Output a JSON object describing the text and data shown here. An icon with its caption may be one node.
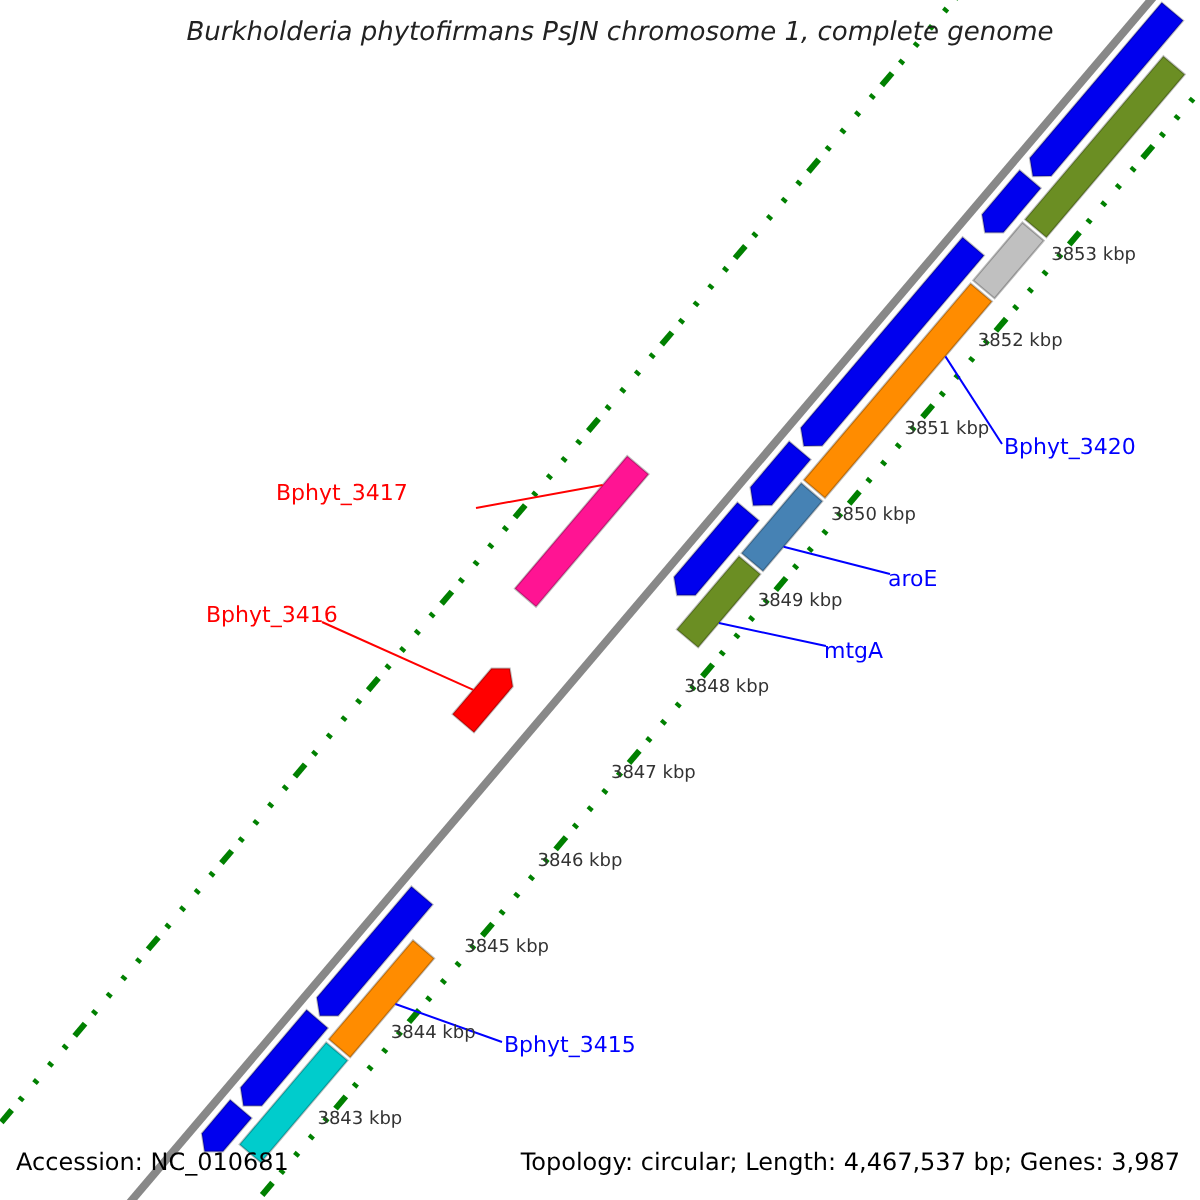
{
  "diagram": {
    "title": "Burkholderia phytofirmans PsJN chromosome 1, complete genome",
    "nodes": [
      {
        "text": [
          "Bphyt_3420"
        ]
      },
      {
        "text": [],
        "shape": "bar"
      },
      {
        "text": [
          "aroE"
        ]
      },
      {
        "text": [],
        "shape": "bar"
      },
      {
        "text": [
          "mtgA"
        ]
      },
      {
        "text": [],
        "shape": "bar"
      },
      {
        "text": [
          "Bphyt_3417"
        ]
      },
      {
        "text": [],
        "shape": "bar"
      },
      {
        "text": [
          "Bphyt_3416"
        ]
      },
      {
        "text": [],
        "shape": "bar"
      },
      {
        "text": [
          "Bphyt_3415"
        ]
      },
      {
        "text": [],
        "shape": "bar"
      },
      {
        "text": [],
        "shape": "bar"
      },
      {
        "text": [],
        "shape": "bar"
      },
      {
        "text": [],
        "shape": "bar"
      },
      {
        "text": [],
        "shape": "bar"
      },
      {
        "text": [],
        "shape": "bar"
      },
      {
        "text": [],
        "shape": "bar"
      },
      {
        "text": [],
        "shape": "bar"
      },
      {
        "text": [],
        "shape": "bar"
      },
      {
        "text": [],
        "shape": "bar"
      },
      {
        "text": [],
        "shape": "bar"
      },
      {
        "text": [],
        "shape": "bar"
      }
    ],
    "edges": [
      {
        "from": 0,
        "to": 1,
        "arrow": "none"
      },
      {
        "from": 2,
        "to": 3,
        "arrow": "none"
      },
      {
        "from": 4,
        "to": 5,
        "arrow": "none"
      },
      {
        "from": 6,
        "to": 7,
        "arrow": "none",
        "color": "#ff0000"
      },
      {
        "from": 8,
        "to": 9,
        "arrow": "none",
        "color": "#ff0000"
      },
      {
        "from": 10,
        "to": 11,
        "arrow": "none"
      }
    ],
    "labels": [
      "3853 kbp",
      "3852 kbp",
      "3851 kbp",
      "3850 kbp",
      "3849 kbp",
      "3848 kbp",
      "3847 kbp",
      "3846 kbp",
      "3845 kbp",
      "3844 kbp",
      "3843 kbp",
      "Accession: NC_010681",
      "Topology: circular; Length: 4,467,537 bp; Genes: 3,987"
    ]
  }
}
